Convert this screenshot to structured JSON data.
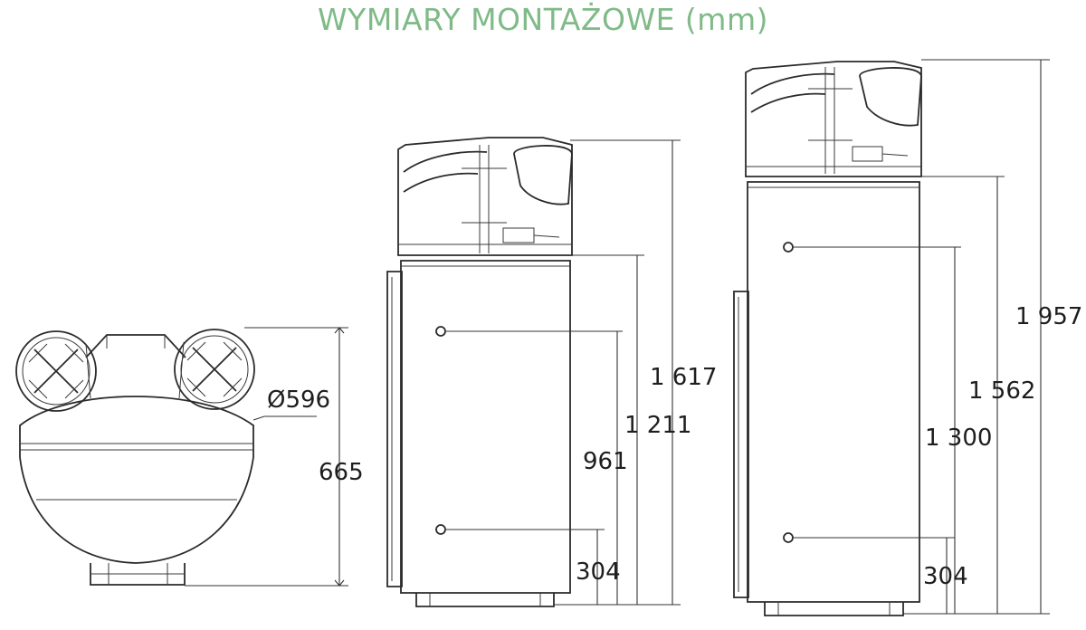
{
  "title": "WYMIARY MONTAŻOWE (mm)",
  "colors": {
    "title": "#7fba87",
    "line": "#2b2b2b",
    "text": "#1e1e1e"
  },
  "top_view": {
    "diameter_label": "Ø596",
    "depth_label": "665"
  },
  "unit_small": {
    "total_height": "1 617",
    "outlet_height": "1 211",
    "upper_inlet": "961",
    "lower_inlet": "304"
  },
  "unit_large": {
    "total_height": "1 957",
    "outlet_height": "1 562",
    "upper_inlet": "1 300",
    "lower_inlet": "304"
  }
}
